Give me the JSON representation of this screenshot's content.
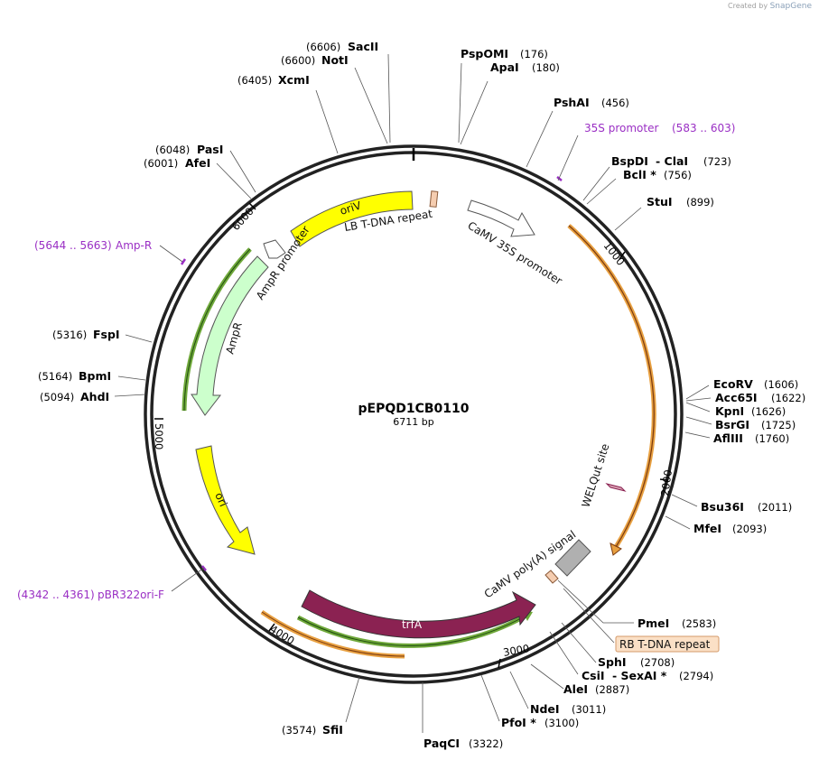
{
  "credit": {
    "prefix": "Created by",
    "brand": "SnapGene"
  },
  "map": {
    "name": "pEPQD1CB0110",
    "length_label": "6711 bp",
    "length": 6711,
    "colors": {
      "ring": "#222222",
      "primer": "#9a2fc4",
      "orf_outline": "#e8a040",
      "ori": "#ffff00",
      "trfA": "#8b2252",
      "ampR": "#ccffcc",
      "promoter": "#ffffff",
      "repeat": "#f5cdb0",
      "polyA": "#b0b0b0",
      "ampR_outline": "#6fa83a"
    },
    "ticks": [
      "1000",
      "2000",
      "3000",
      "4000",
      "5000",
      "6000"
    ],
    "sites": [
      {
        "name": "PspOMI",
        "pos": "(176)"
      },
      {
        "name": "ApaI",
        "pos": "(180)"
      },
      {
        "name": "PshAI",
        "pos": "(456)"
      },
      {
        "name": "BspDI",
        "pos": ""
      },
      {
        "name": "- ClaI",
        "pos": "(723)"
      },
      {
        "name": "BclI *",
        "pos": "(756)"
      },
      {
        "name": "StuI",
        "pos": "(899)"
      },
      {
        "name": "EcoRV",
        "pos": "(1606)"
      },
      {
        "name": "Acc65I",
        "pos": "(1622)"
      },
      {
        "name": "KpnI",
        "pos": "(1626)"
      },
      {
        "name": "BsrGI",
        "pos": "(1725)"
      },
      {
        "name": "AflIII",
        "pos": "(1760)"
      },
      {
        "name": "Bsu36I",
        "pos": "(2011)"
      },
      {
        "name": "MfeI",
        "pos": "(2093)"
      },
      {
        "name": "PmeI",
        "pos": "(2583)"
      },
      {
        "name": "SphI",
        "pos": "(2708)"
      },
      {
        "name": "CsiI",
        "pos": ""
      },
      {
        "name": "- SexAI *",
        "pos": "(2794)"
      },
      {
        "name": "AleI",
        "pos": "(2887)"
      },
      {
        "name": "NdeI",
        "pos": "(3011)"
      },
      {
        "name": "PfoI *",
        "pos": "(3100)"
      },
      {
        "name": "PaqCI",
        "pos": "(3322)"
      },
      {
        "name": "SfiI",
        "pos": "(3574)"
      },
      {
        "name": "AhdI",
        "pos": "(5094)"
      },
      {
        "name": "BpmI",
        "pos": "(5164)"
      },
      {
        "name": "FspI",
        "pos": "(5316)"
      },
      {
        "name": "AfeI",
        "pos": "(6001)"
      },
      {
        "name": "PasI",
        "pos": "(6048)"
      },
      {
        "name": "XcmI",
        "pos": "(6405)"
      },
      {
        "name": "NotI",
        "pos": "(6600)"
      },
      {
        "name": "SacII",
        "pos": "(6606)"
      }
    ],
    "primers": [
      {
        "name": "35S promoter",
        "range": "(583 .. 603)"
      },
      {
        "name": "Amp-R",
        "range": "(5644 .. 5663)"
      },
      {
        "name": "pBR322ori-F",
        "range": "(4342 .. 4361)"
      }
    ],
    "features": {
      "oriV": "oriV",
      "lb_repeat": "LB T-DNA repeat",
      "camv35s": "CaMV 35S promoter",
      "ampr_promoter": "AmpR promoter",
      "ampr": "AmpR",
      "ori": "ori",
      "trfA": "trfA",
      "polyA": "CaMV poly(A) signal",
      "welq": "WELQut site",
      "rb_repeat": "RB T-DNA repeat"
    }
  }
}
